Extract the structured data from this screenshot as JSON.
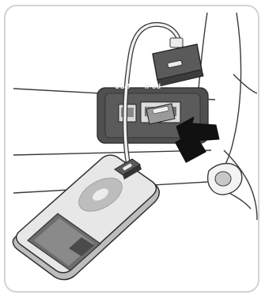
{
  "labels": {
    "usb": "USB",
    "ipod": "iPod"
  },
  "colors": {
    "frame_border": "#d3d3d3",
    "panel_fill": "#4f4f4f",
    "line_art": "#3a3a3a",
    "device_body": "#e6e6e6",
    "arrow": "#111111"
  },
  "icons": {
    "insert_arrow": "bold-arrow-pointing-up-left",
    "dock_plug": "30-pin-connector",
    "media_player": "ipod-device"
  }
}
